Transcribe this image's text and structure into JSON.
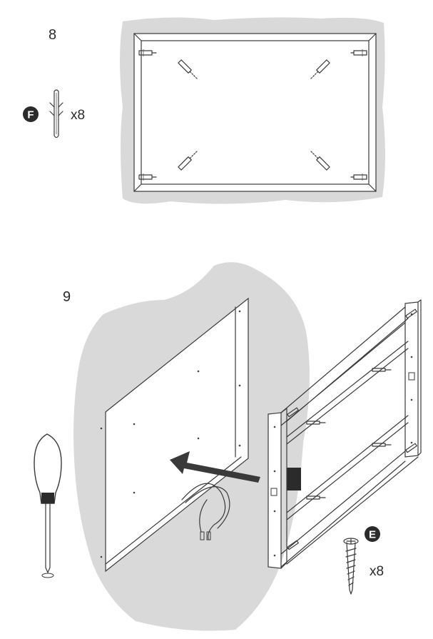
{
  "steps": [
    {
      "number": "8",
      "part": {
        "letter": "F",
        "quantity": "x8",
        "icon": "wall-plug-icon"
      }
    },
    {
      "number": "9",
      "part": {
        "letter": "E",
        "quantity": "x8",
        "icon": "screw-icon"
      }
    }
  ],
  "colors": {
    "wall": "#d9d9d9",
    "badge": "#2b2b2b",
    "arrow": "#3a3a3a",
    "line": "#3a3a3a"
  }
}
